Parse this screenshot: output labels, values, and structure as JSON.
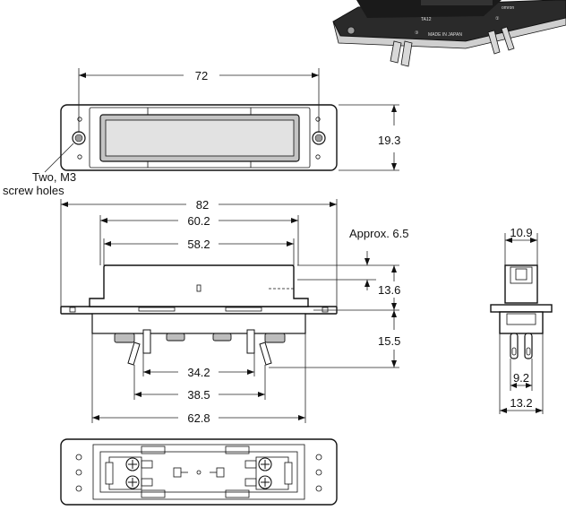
{
  "dimensions": {
    "top_view_width": "72",
    "top_view_height": "19.3",
    "overall_width": "82",
    "body_width_outer": "60.2",
    "body_width_inner": "58.2",
    "approx_label": "Approx. 6.5",
    "body_height": "13.6",
    "terminal_height": "15.5",
    "terminal_span_inner": "34.2",
    "terminal_span_mid": "38.5",
    "base_width": "62.8",
    "side_width_top": "10.9",
    "side_width_mid": "9.2",
    "side_width_bottom": "13.2"
  },
  "notes": {
    "screw_holes_line1": "Two, M3",
    "screw_holes_line2": "screw holes"
  },
  "photo_labels": {
    "brand": "omron",
    "circle_left": "③",
    "circle_right": "①",
    "made_in": "MADE IN JAPAN",
    "model": "TA12"
  }
}
